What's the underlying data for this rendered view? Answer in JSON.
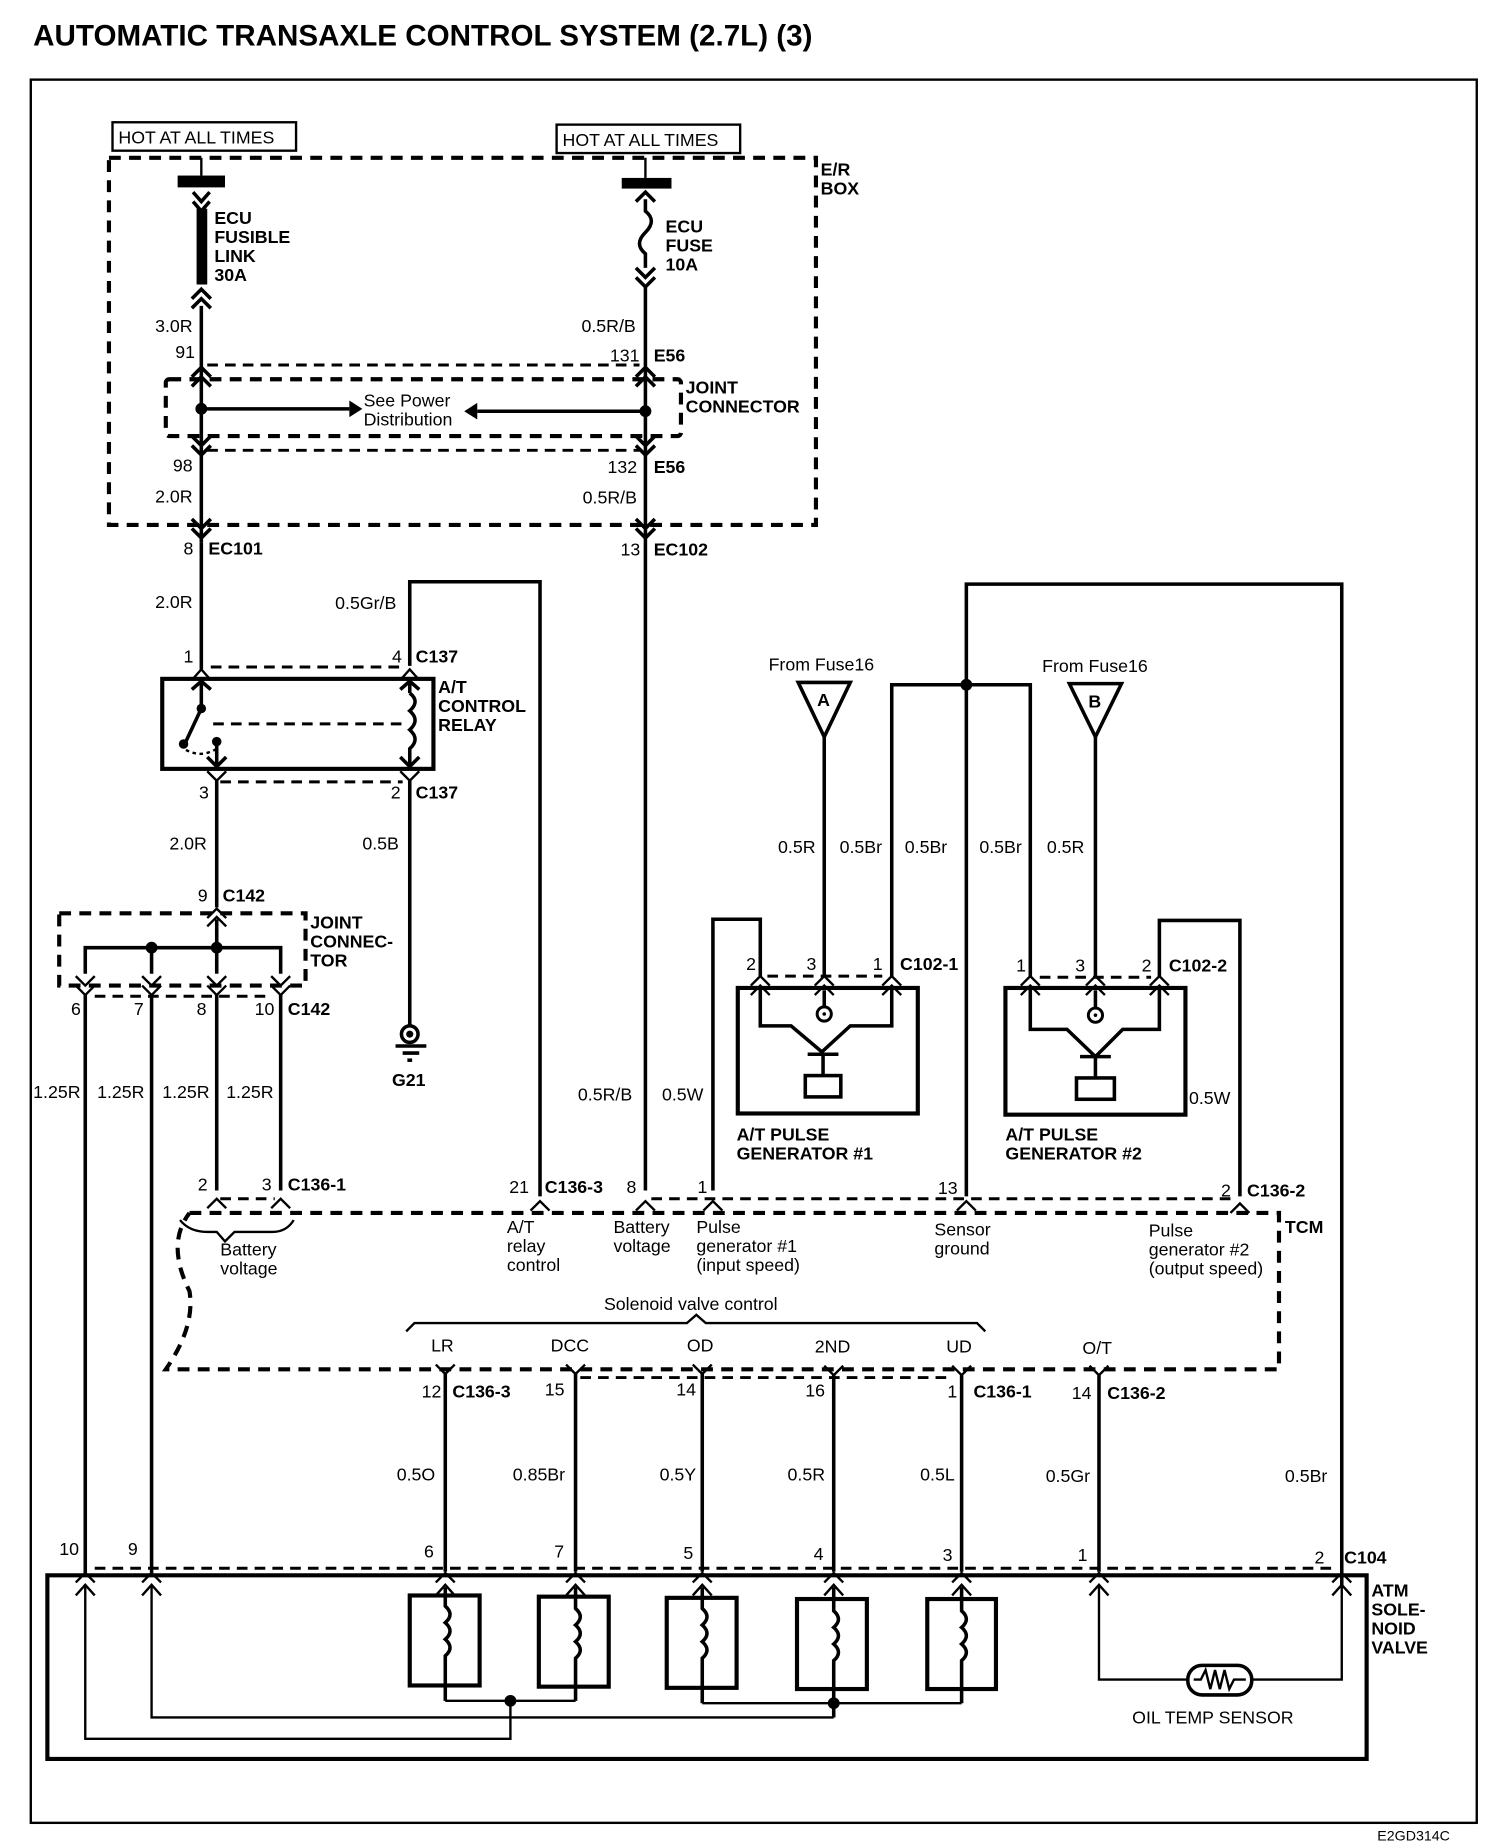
{
  "title": "AUTOMATIC TRANSAXLE CONTROL SYSTEM (2.7L) (3)",
  "figure_id": "E2GD314C",
  "power": {
    "hot_label_left": "HOT AT ALL TIMES",
    "hot_label_right": "HOT AT ALL TIMES",
    "er_box": [
      "E/R",
      "BOX"
    ],
    "fusible_link": [
      "ECU",
      "FUSIBLE",
      "LINK",
      "30A"
    ],
    "fuse": [
      "ECU",
      "FUSE",
      "10A"
    ],
    "joint_connector": [
      "JOINT",
      "CONNECTOR"
    ],
    "see_power": [
      "See Power",
      "Distribution"
    ],
    "left_wire_top": "3.0R",
    "left_pin_top": "91",
    "left_pin_bottom": "98",
    "left_wire_bottom": "2.0R",
    "right_wire_top": "0.5R/B",
    "right_pin_top": "131",
    "right_conn_top": "E56",
    "right_pin_bottom": "132",
    "right_conn_bottom": "E56",
    "right_wire_bottom": "0.5R/B",
    "ec101_pin": "8",
    "ec101": "EC101",
    "ec102_pin": "13",
    "ec102": "EC102"
  },
  "relay": {
    "label": [
      "A/T",
      "CONTROL",
      "RELAY"
    ],
    "wire_in": "2.0R",
    "wire_ctrl": "0.5Gr/B",
    "pin1": "1",
    "pin4": "4",
    "conn_top": "C137",
    "pin3": "3",
    "pin2": "2",
    "conn_bottom": "C137",
    "wire_out": "2.0R",
    "wire_gnd": "0.5B",
    "ground": "G21"
  },
  "joint2": {
    "pin_in": "9",
    "conn_in": "C142",
    "label": [
      "JOINT",
      "CONNEC-",
      "TOR"
    ],
    "pins": [
      "6",
      "7",
      "8",
      "10"
    ],
    "conn_out": "C142",
    "wires": [
      "1.25R",
      "1.25R",
      "1.25R",
      "1.25R"
    ]
  },
  "pulse_gen": {
    "from_fuse_a": "From Fuse16",
    "from_fuse_b": "From Fuse16",
    "tri_a": "A",
    "tri_b": "B",
    "wires": [
      "0.5R",
      "0.5Br",
      "0.5Br",
      "0.5Br",
      "0.5R"
    ],
    "pg1_pins": [
      "2",
      "3",
      "1"
    ],
    "pg1_conn": "C102-1",
    "pg1_label": [
      "A/T PULSE",
      "GENERATOR #1"
    ],
    "pg2_pins": [
      "1",
      "3",
      "2"
    ],
    "pg2_conn": "C102-2",
    "pg2_label": [
      "A/T PULSE",
      "GENERATOR #2"
    ],
    "pg2_wire": "0.5W"
  },
  "tcm": {
    "label": "TCM",
    "battery_pins": [
      "2",
      "3"
    ],
    "battery_conn": "C136-1",
    "battery_label": [
      "Battery",
      "voltage"
    ],
    "relay_pin": "21",
    "relay_conn": "C136-3",
    "relay_label": [
      "A/T",
      "relay",
      "control"
    ],
    "batt2_pin": "8",
    "batt2_wire": "0.5R/B",
    "batt2_label": [
      "Battery",
      "voltage"
    ],
    "pg1_pin": "1",
    "pg1_wire": "0.5W",
    "pg1_label": [
      "Pulse",
      "generator #1",
      "(input speed)"
    ],
    "sensor_pin": "13",
    "sensor_label": [
      "Sensor",
      "ground"
    ],
    "pg2_pin": "2",
    "pg2_conn": "C136-2",
    "pg2_label": [
      "Pulse",
      "generator #2",
      "(output speed)"
    ],
    "solenoid_group": "Solenoid valve control",
    "outputs": [
      {
        "name": "LR",
        "pin": "12",
        "conn": "C136-3",
        "wire": "0.5O",
        "c104_pin": "6"
      },
      {
        "name": "DCC",
        "pin": "15",
        "conn": "",
        "wire": "0.85Br",
        "c104_pin": "7"
      },
      {
        "name": "OD",
        "pin": "14",
        "conn": "",
        "wire": "0.5Y",
        "c104_pin": "5"
      },
      {
        "name": "2ND",
        "pin": "16",
        "conn": "",
        "wire": "0.5R",
        "c104_pin": "4"
      },
      {
        "name": "UD",
        "pin": "1",
        "conn": "C136-1",
        "wire": "0.5L",
        "c104_pin": "3"
      },
      {
        "name": "O/T",
        "pin": "14",
        "conn": "C136-2",
        "wire": "0.5Gr",
        "c104_pin": "1"
      }
    ]
  },
  "atm": {
    "label": [
      "ATM",
      "SOLE-",
      "NOID",
      "VALVE"
    ],
    "pin10": "10",
    "pin9": "9",
    "pin2": "2",
    "conn": "C104",
    "gnd_wire": "0.5Br",
    "oil_temp": "OIL TEMP SENSOR"
  }
}
